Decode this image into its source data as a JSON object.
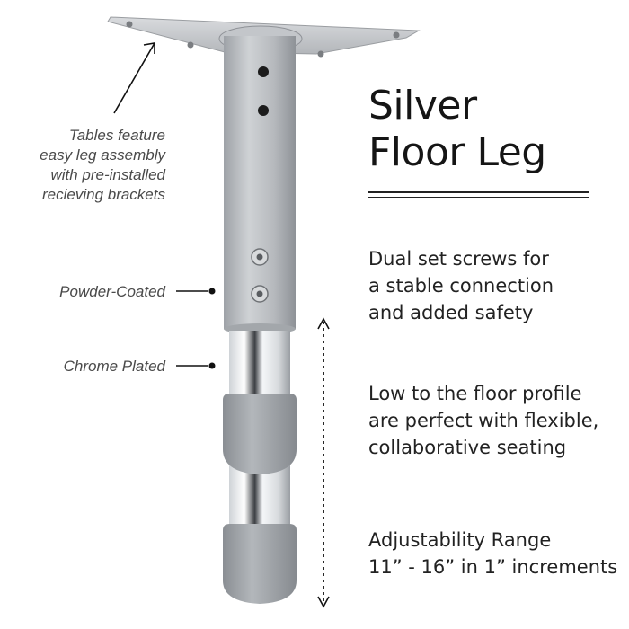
{
  "annotations": {
    "bracket": [
      "Tables feature",
      "easy leg assembly",
      "with pre-installed",
      "recieving brackets"
    ],
    "powder_coated": "Powder-Coated",
    "chrome_plated": "Chrome Plated"
  },
  "title": [
    "Silver",
    "Floor Leg"
  ],
  "features": [
    [
      "Dual set screws for",
      "a stable connection",
      "and added safety"
    ],
    [
      "Low to the floor profile",
      "are perfect with flexible,",
      "collaborative seating"
    ],
    [
      "Adjustability Range",
      "11” - 16” in 1” increments"
    ]
  ],
  "colors": {
    "powder_coat": "#b9bcc0",
    "chrome": "#e9ebee",
    "foot_cap": "#9fa3a8",
    "text": "#1a1a1a"
  }
}
